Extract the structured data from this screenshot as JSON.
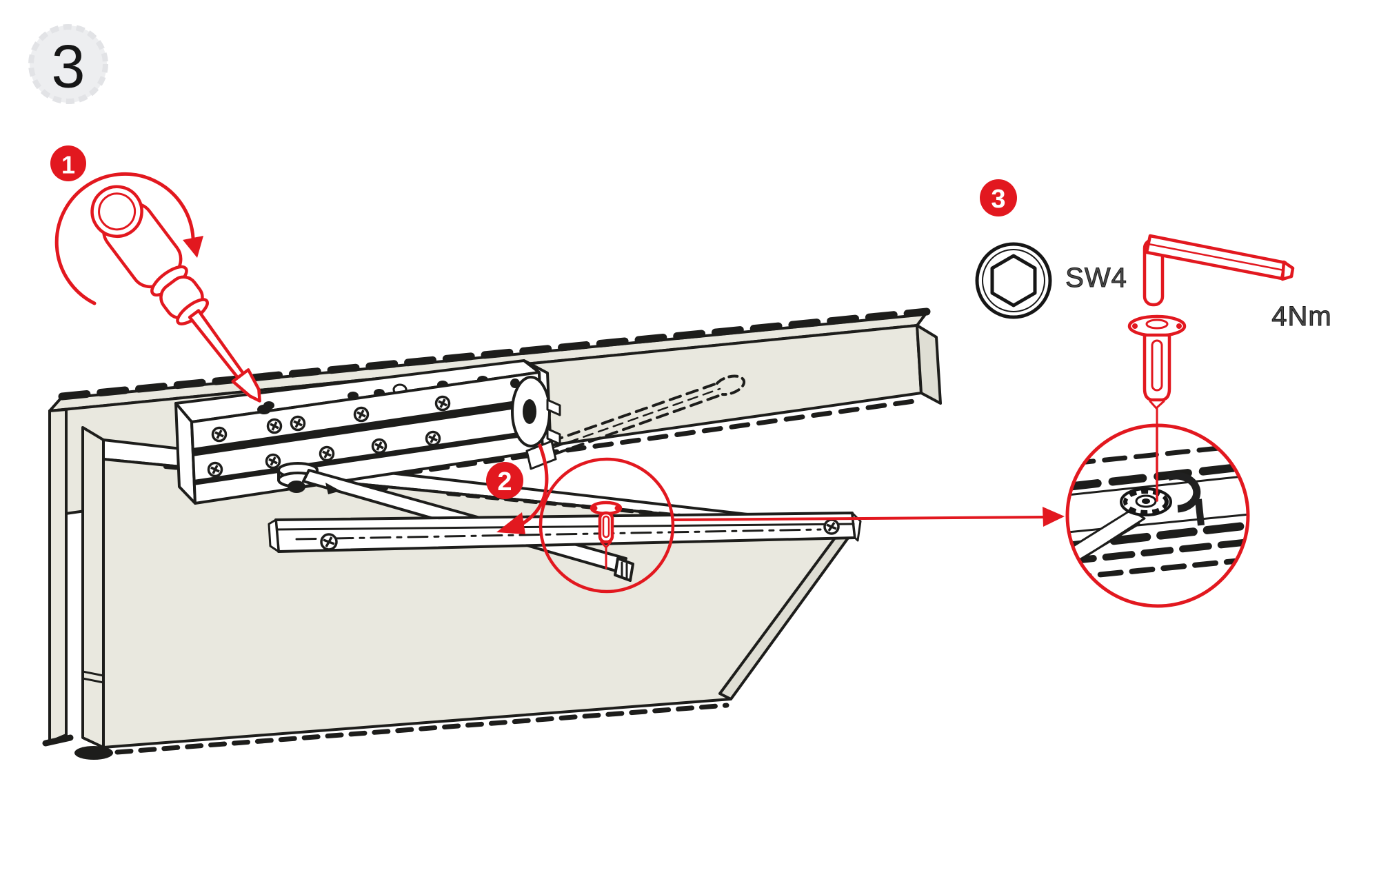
{
  "figure": {
    "step_number": "3",
    "callouts": {
      "one": "1",
      "two": "2",
      "three": "3"
    },
    "tools": {
      "socket_label": "SW4",
      "torque_label": "4Nm"
    },
    "colors": {
      "accent_red": "#e2181f",
      "outline": "#1d1d1b",
      "surface_beige": "#e9e8df",
      "badge_gray": "#edeef0"
    },
    "icons": {
      "screwdriver-icon": "red outlined screwdriver with rotation arrow",
      "rotation-arrow-icon": "curved arrow indicating turning direction",
      "hex-socket-icon": "circle with hexagon socket",
      "allen-key-icon": "L-shaped hex key",
      "pin-screw-icon": "red pin with washer head",
      "magnifier-detail-circle": "enlarged view of arm fixing in slide rail"
    }
  }
}
